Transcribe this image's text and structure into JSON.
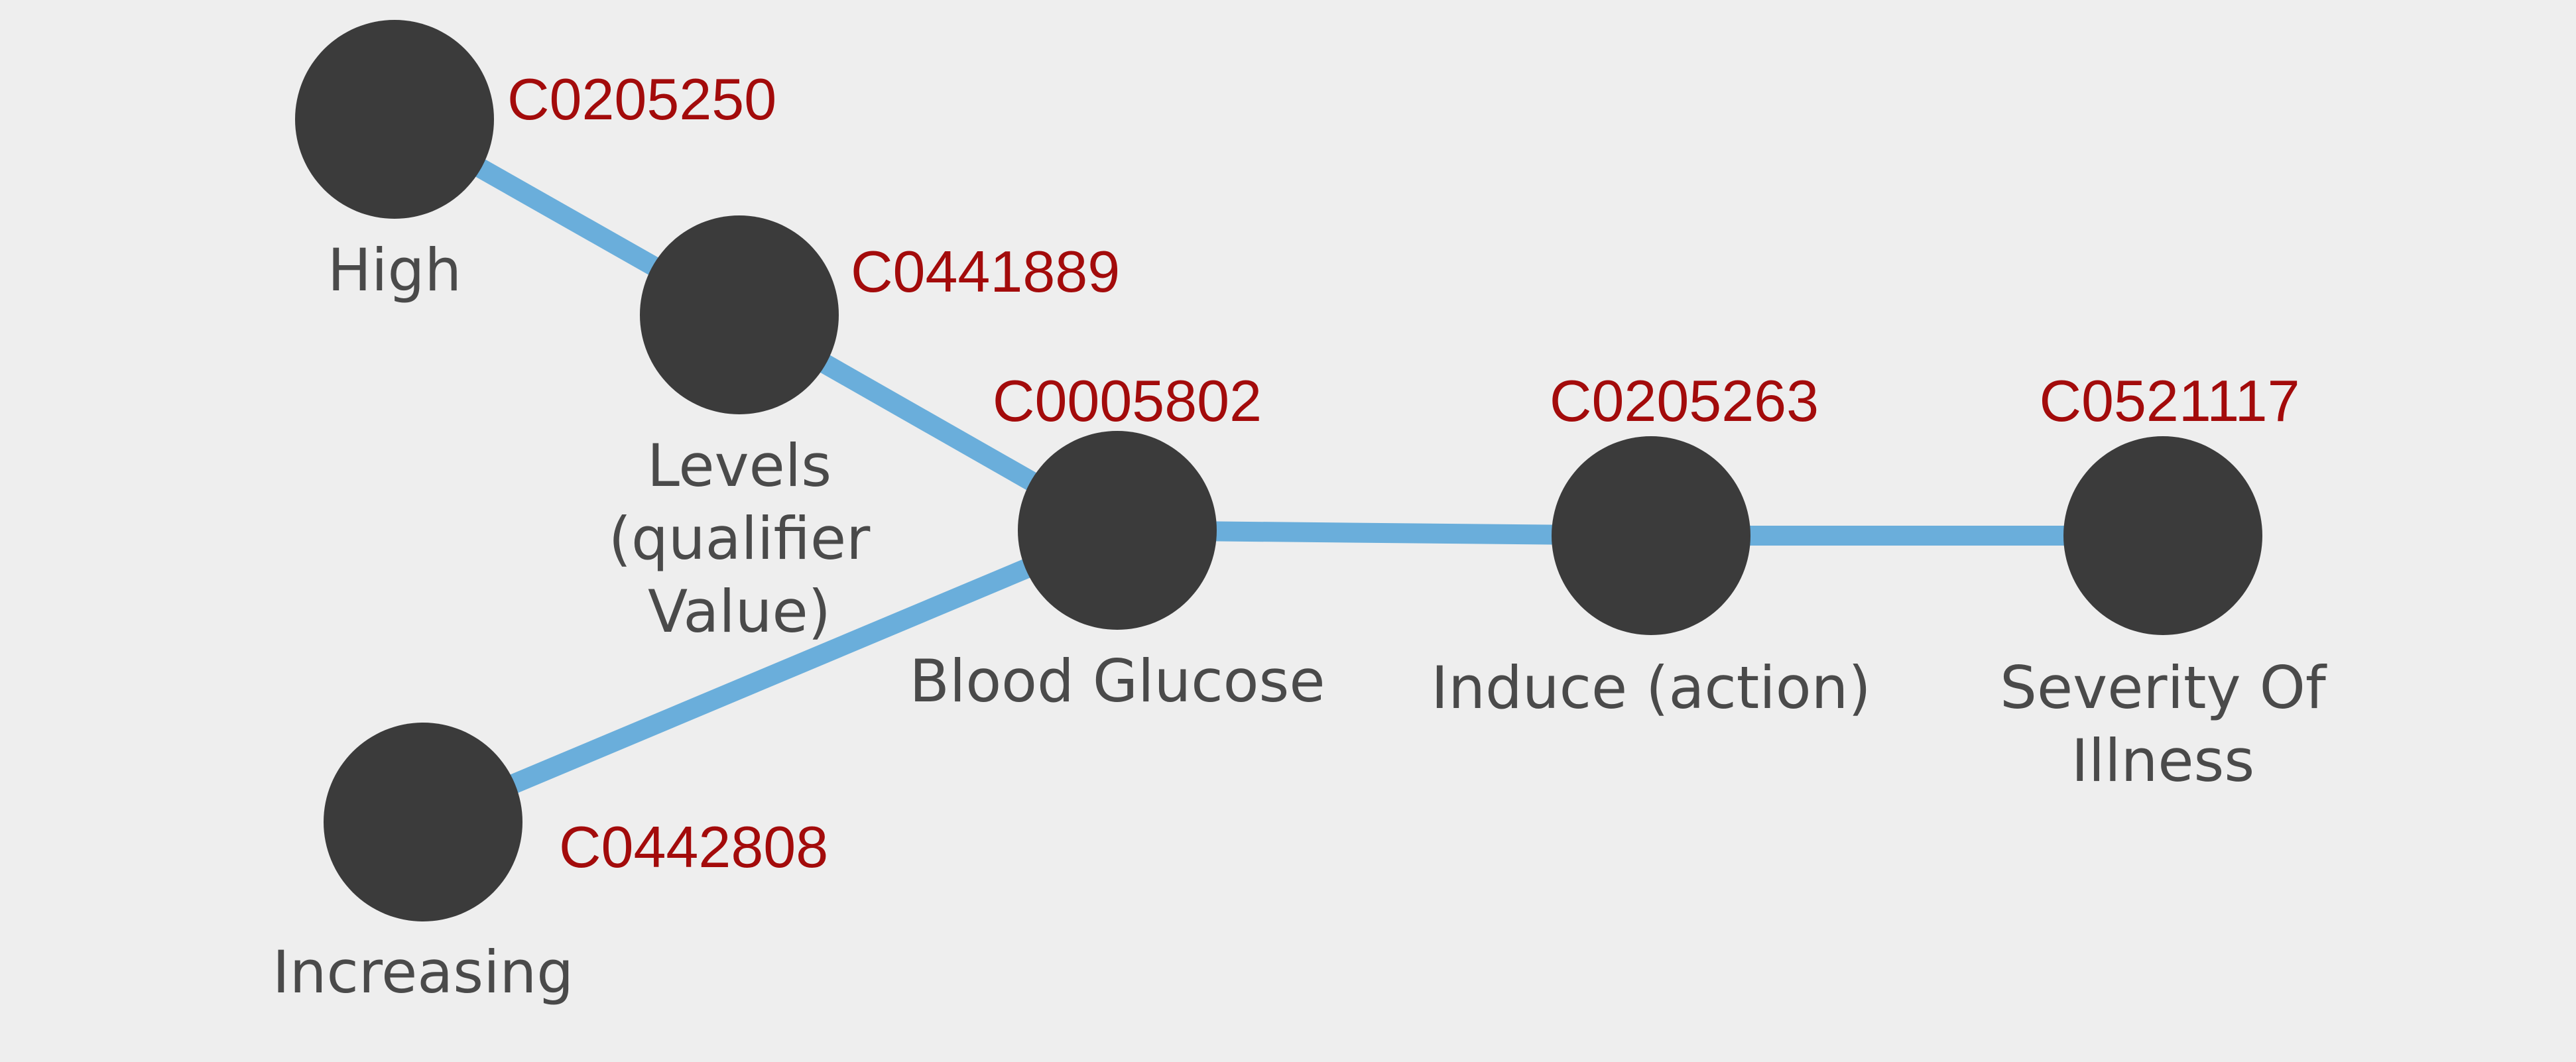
{
  "nodes": [
    {
      "id": "high",
      "lines": [
        "High"
      ],
      "cui": "C0205250"
    },
    {
      "id": "levels",
      "lines": [
        "Levels",
        "(qualifier",
        "Value)"
      ],
      "cui": "C0441889"
    },
    {
      "id": "blood-glucose",
      "lines": [
        "Blood Glucose"
      ],
      "cui": "C0005802"
    },
    {
      "id": "induce",
      "lines": [
        "Induce (action)"
      ],
      "cui": "C0205263"
    },
    {
      "id": "severity",
      "lines": [
        "Severity Of",
        "Illness"
      ],
      "cui": "C0521117"
    },
    {
      "id": "increasing",
      "lines": [
        "Increasing"
      ],
      "cui": "C0442808"
    }
  ],
  "edges": [
    {
      "from": "high",
      "to": "levels"
    },
    {
      "from": "levels",
      "to": "blood-glucose"
    },
    {
      "from": "increasing",
      "to": "blood-glucose"
    },
    {
      "from": "blood-glucose",
      "to": "induce"
    },
    {
      "from": "induce",
      "to": "severity"
    }
  ],
  "colors": {
    "node": "#3b3b3b",
    "edge": "#6aaedb",
    "cui_text": "#a30b0b",
    "label_text": "#4a4a4a",
    "background": "#eeeeee"
  }
}
